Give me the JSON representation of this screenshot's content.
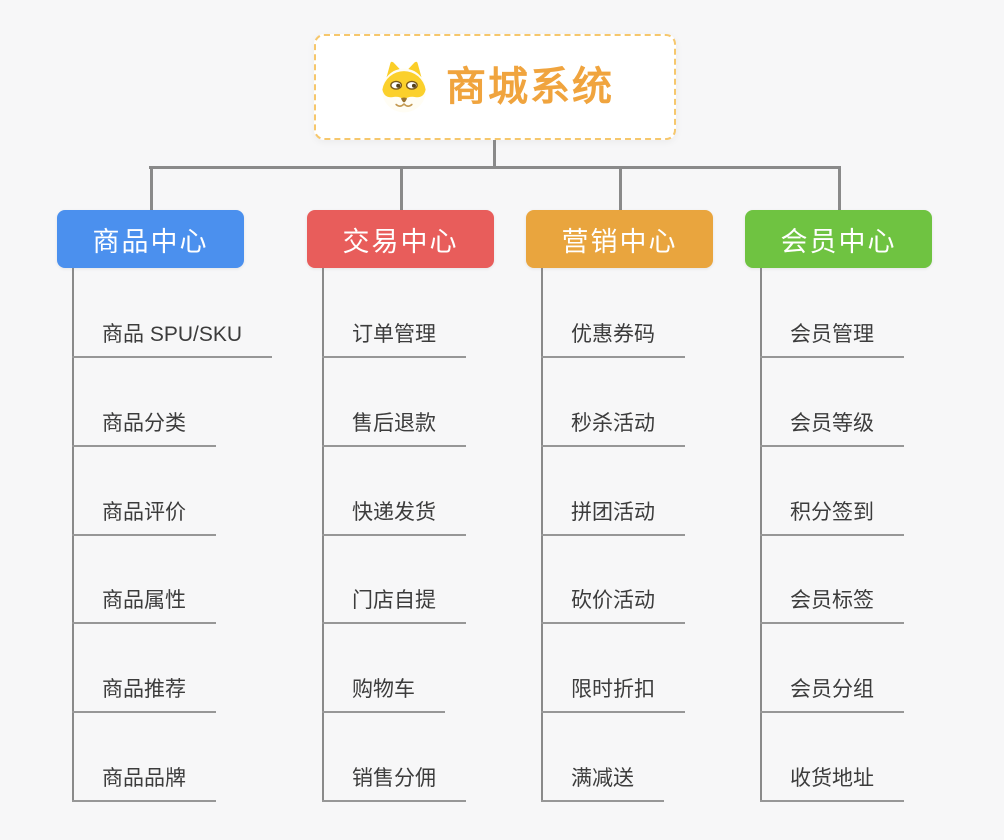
{
  "root": {
    "label": "商城系统",
    "icon": "shiba-dog-icon",
    "accent_color": "#f0a43e",
    "border_color": "#f6c76c"
  },
  "colors": {
    "background": "#f7f7f8",
    "connector": "#8a8a8a",
    "item_underline": "#979797",
    "item_text": "#3c3c3c"
  },
  "branches": [
    {
      "label": "商品中心",
      "color": "#4b90ee",
      "items": [
        "商品 SPU/SKU",
        "商品分类",
        "商品评价",
        "商品属性",
        "商品推荐",
        "商品品牌"
      ]
    },
    {
      "label": "交易中心",
      "color": "#e85d5b",
      "items": [
        "订单管理",
        "售后退款",
        "快递发货",
        "门店自提",
        "购物车",
        "销售分佣"
      ]
    },
    {
      "label": "营销中心",
      "color": "#e9a53e",
      "items": [
        "优惠券码",
        "秒杀活动",
        "拼团活动",
        "砍价活动",
        "限时折扣",
        "满减送"
      ]
    },
    {
      "label": "会员中心",
      "color": "#6fc341",
      "items": [
        "会员管理",
        "会员等级",
        "积分签到",
        "会员标签",
        "会员分组",
        "收货地址"
      ]
    }
  ]
}
